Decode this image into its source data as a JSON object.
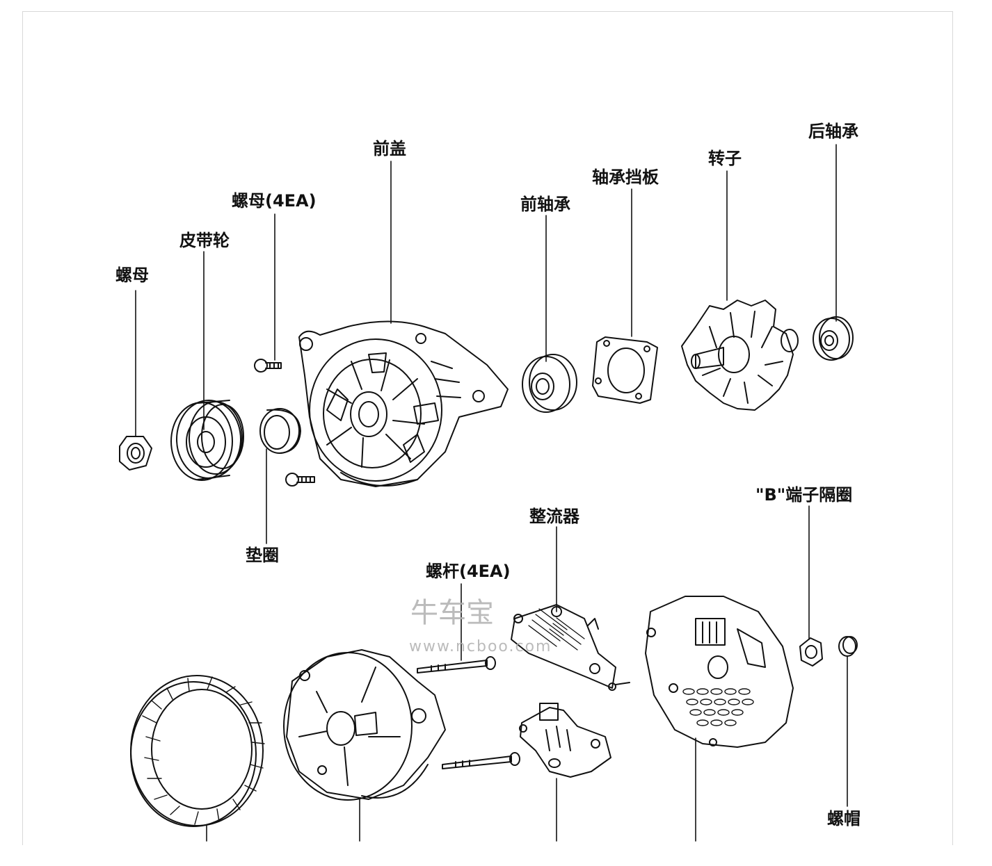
{
  "labels": {
    "nut": "螺母",
    "pulley": "皮带轮",
    "nut_4ea": "螺母(4EA)",
    "front_cover": "前盖",
    "front_bearing": "前轴承",
    "bearing_retainer": "轴承挡板",
    "rotor": "转子",
    "rear_bearing": "后轴承",
    "washer": "垫圈",
    "rectifier": "整流器",
    "b_terminal_spacer": "\"B\"端子隔圈",
    "bolt_4ea": "螺杆(4EA)",
    "cap_nut": "螺帽"
  },
  "watermark": {
    "brand": "牛车宝",
    "url": "www.ncboo.com"
  },
  "colors": {
    "line": "#111111",
    "watermark": "#b0b0b0",
    "frame": "#d8d8d8"
  }
}
